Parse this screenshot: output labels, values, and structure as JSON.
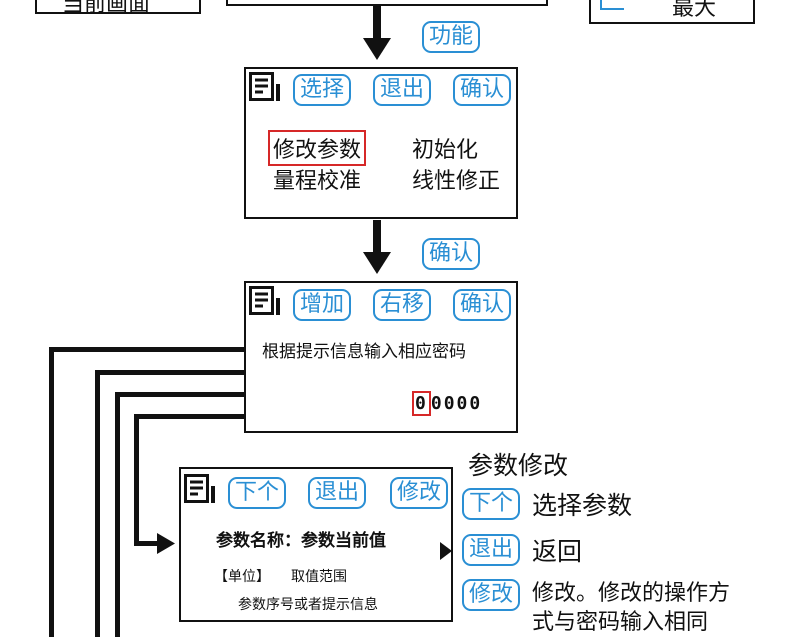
{
  "top": {
    "left_label": "当前画面",
    "right_label": "最大"
  },
  "arrows": {
    "to_menu": "功能",
    "to_password": "确认"
  },
  "menu_screen": {
    "buttons": [
      "选择",
      "退出",
      "确认"
    ],
    "items": [
      "修改参数",
      "初始化",
      "量程校准",
      "线性修正"
    ],
    "selected": "修改参数"
  },
  "password_screen": {
    "buttons": [
      "增加",
      "右移",
      "确认"
    ],
    "prompt": "根据提示信息输入相应密码",
    "digits": [
      "0",
      "0",
      "0",
      "0",
      "0"
    ]
  },
  "param_screen": {
    "buttons": [
      "下个",
      "退出",
      "修改"
    ],
    "line1": "参数名称：参数当前值",
    "line2_unit": "【单位】",
    "line2_range": "取值范围",
    "line3": "参数序号或者提示信息"
  },
  "legend": {
    "title": "参数修改",
    "entries": [
      {
        "key": "下个",
        "desc": "选择参数"
      },
      {
        "key": "退出",
        "desc": "返回"
      },
      {
        "key": "修改",
        "desc_line1": "修改。修改的操作方",
        "desc_line2": "式与密码输入相同"
      }
    ]
  }
}
